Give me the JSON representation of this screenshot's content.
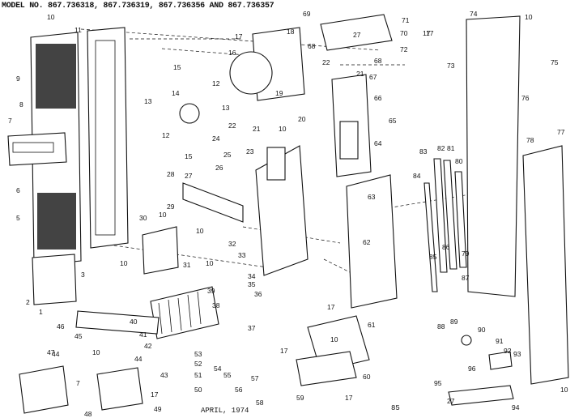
{
  "header": {
    "title": "MODEL NO. 867.736318, 867.736319, 867.736356 AND 867.736357"
  },
  "footer": {
    "date": "APRIL, 1974",
    "page": "85"
  },
  "callouts": [
    {
      "id": "c1",
      "text": "1"
    },
    {
      "id": "c2",
      "text": "2"
    },
    {
      "id": "c3",
      "text": "3"
    },
    {
      "id": "c5",
      "text": "5"
    },
    {
      "id": "c6",
      "text": "6"
    },
    {
      "id": "c7",
      "text": "7"
    },
    {
      "id": "c8",
      "text": "8"
    },
    {
      "id": "c9",
      "text": "9"
    },
    {
      "id": "c10a",
      "text": "10"
    },
    {
      "id": "c11",
      "text": "11"
    },
    {
      "id": "c12a",
      "text": "12"
    },
    {
      "id": "c12b",
      "text": "12"
    },
    {
      "id": "c13a",
      "text": "13"
    },
    {
      "id": "c13b",
      "text": "13"
    },
    {
      "id": "c14",
      "text": "14"
    },
    {
      "id": "c15a",
      "text": "15"
    },
    {
      "id": "c15b",
      "text": "15"
    },
    {
      "id": "c16",
      "text": "16"
    },
    {
      "id": "c17a",
      "text": "17"
    },
    {
      "id": "c18",
      "text": "18"
    },
    {
      "id": "c19",
      "text": "19"
    },
    {
      "id": "c10b",
      "text": "10"
    },
    {
      "id": "c20",
      "text": "20"
    },
    {
      "id": "c21a",
      "text": "21"
    },
    {
      "id": "c22a",
      "text": "22"
    },
    {
      "id": "c23",
      "text": "23"
    },
    {
      "id": "c24",
      "text": "24"
    },
    {
      "id": "c25",
      "text": "25"
    },
    {
      "id": "c26",
      "text": "26"
    },
    {
      "id": "c27a",
      "text": "27"
    },
    {
      "id": "c28",
      "text": "28"
    },
    {
      "id": "c29",
      "text": "29"
    },
    {
      "id": "c30",
      "text": "30"
    },
    {
      "id": "c31",
      "text": "31"
    },
    {
      "id": "c32",
      "text": "32"
    },
    {
      "id": "c33",
      "text": "33"
    },
    {
      "id": "c34a",
      "text": "34"
    },
    {
      "id": "c35",
      "text": "35"
    },
    {
      "id": "c36",
      "text": "36"
    },
    {
      "id": "c37",
      "text": "37"
    },
    {
      "id": "c38",
      "text": "38"
    },
    {
      "id": "c39",
      "text": "39"
    },
    {
      "id": "c40",
      "text": "40"
    },
    {
      "id": "c41",
      "text": "41"
    },
    {
      "id": "c42",
      "text": "42"
    },
    {
      "id": "c43",
      "text": "43"
    },
    {
      "id": "c44a",
      "text": "44"
    },
    {
      "id": "c44b",
      "text": "44"
    },
    {
      "id": "c45",
      "text": "45"
    },
    {
      "id": "c46",
      "text": "46"
    },
    {
      "id": "c47",
      "text": "47"
    },
    {
      "id": "c48",
      "text": "48"
    },
    {
      "id": "c49",
      "text": "49"
    },
    {
      "id": "c50",
      "text": "50"
    },
    {
      "id": "c51",
      "text": "51"
    },
    {
      "id": "c52",
      "text": "52"
    },
    {
      "id": "c53",
      "text": "53"
    },
    {
      "id": "c54",
      "text": "54"
    },
    {
      "id": "c55",
      "text": "55"
    },
    {
      "id": "c56",
      "text": "56"
    },
    {
      "id": "c57",
      "text": "57"
    },
    {
      "id": "c58",
      "text": "58"
    },
    {
      "id": "c59",
      "text": "59"
    },
    {
      "id": "c60",
      "text": "60"
    },
    {
      "id": "c61",
      "text": "61"
    },
    {
      "id": "c62",
      "text": "62"
    },
    {
      "id": "c63",
      "text": "63"
    },
    {
      "id": "c64",
      "text": "64"
    },
    {
      "id": "c65",
      "text": "65"
    },
    {
      "id": "c66",
      "text": "66"
    },
    {
      "id": "c67",
      "text": "67"
    },
    {
      "id": "c68a",
      "text": "68"
    },
    {
      "id": "c68b",
      "text": "68"
    },
    {
      "id": "c69",
      "text": "69"
    },
    {
      "id": "c70",
      "text": "70"
    },
    {
      "id": "c71",
      "text": "71"
    },
    {
      "id": "c72",
      "text": "72"
    },
    {
      "id": "c73",
      "text": "73"
    },
    {
      "id": "c74",
      "text": "74"
    },
    {
      "id": "c75",
      "text": "75"
    },
    {
      "id": "c76",
      "text": "76"
    },
    {
      "id": "c77",
      "text": "77"
    },
    {
      "id": "c78",
      "text": "78"
    },
    {
      "id": "c79",
      "text": "79"
    },
    {
      "id": "c80",
      "text": "80"
    },
    {
      "id": "c81",
      "text": "81"
    },
    {
      "id": "c82",
      "text": "82"
    },
    {
      "id": "c83",
      "text": "83"
    },
    {
      "id": "c84",
      "text": "84"
    },
    {
      "id": "c85",
      "text": "85"
    },
    {
      "id": "c86",
      "text": "86"
    },
    {
      "id": "c87",
      "text": "87"
    },
    {
      "id": "c88",
      "text": "88"
    },
    {
      "id": "c89",
      "text": "89"
    },
    {
      "id": "c90",
      "text": "90"
    },
    {
      "id": "c91",
      "text": "91"
    },
    {
      "id": "c92",
      "text": "92"
    },
    {
      "id": "c93",
      "text": "93"
    },
    {
      "id": "c94",
      "text": "94"
    },
    {
      "id": "c95",
      "text": "95"
    },
    {
      "id": "c96",
      "text": "96"
    },
    {
      "id": "c10c",
      "text": "10"
    },
    {
      "id": "c10d",
      "text": "10"
    },
    {
      "id": "c10e",
      "text": "10"
    },
    {
      "id": "c10f",
      "text": "10"
    },
    {
      "id": "c10g",
      "text": "10"
    },
    {
      "id": "c10h",
      "text": "10"
    },
    {
      "id": "c10i",
      "text": "10"
    },
    {
      "id": "c10j",
      "text": "10"
    },
    {
      "id": "c17b",
      "text": "17"
    },
    {
      "id": "c17c",
      "text": "17"
    },
    {
      "id": "c17d",
      "text": "17"
    },
    {
      "id": "c17e",
      "text": "17"
    },
    {
      "id": "c17f",
      "text": "17"
    },
    {
      "id": "c17g",
      "text": "17"
    },
    {
      "id": "c21b",
      "text": "21"
    },
    {
      "id": "c22b",
      "text": "22"
    },
    {
      "id": "c27b",
      "text": "27"
    },
    {
      "id": "c27c",
      "text": "27"
    },
    {
      "id": "c7b",
      "text": "7"
    }
  ]
}
